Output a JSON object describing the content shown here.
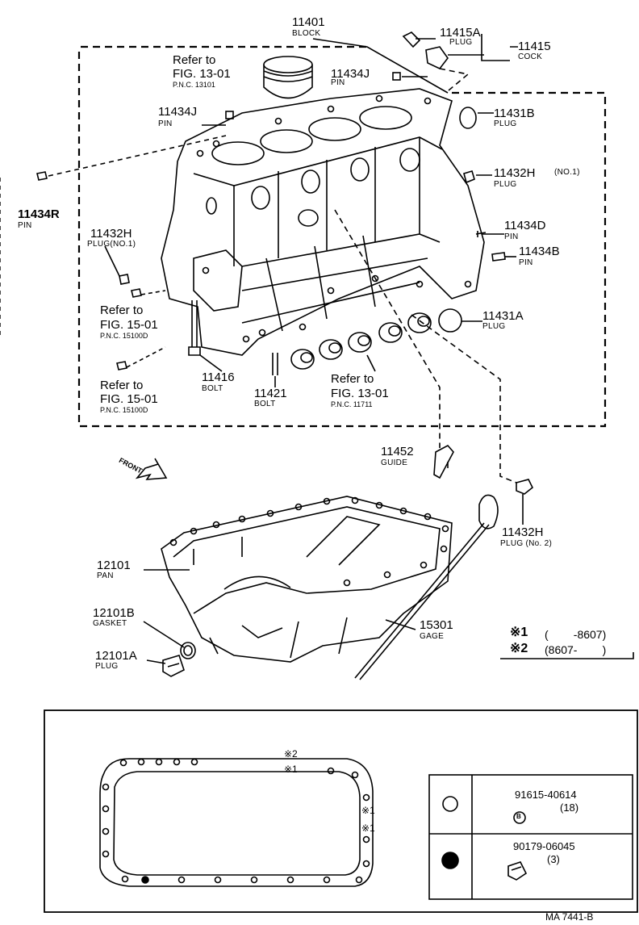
{
  "labels": {
    "p11401": {
      "num": "11401",
      "name": "BLOCK"
    },
    "p11415a": {
      "num": "11415A",
      "name": "PLUG"
    },
    "p11415": {
      "num": "11415",
      "name": "COCK"
    },
    "p11434j_top": {
      "num": "11434J",
      "name": "PIN"
    },
    "p11434j_left": {
      "num": "11434J",
      "name": "PIN"
    },
    "p11431b": {
      "num": "11431B",
      "name": "PLUG"
    },
    "p11432h_no1_right": {
      "num": "11432H",
      "name": "PLUG",
      "note": "(NO.1)"
    },
    "p11434r": {
      "num": "11434R",
      "name": "PIN"
    },
    "p11434d": {
      "num": "11434D",
      "name": "PIN"
    },
    "p11434b": {
      "num": "11434B",
      "name": "PIN"
    },
    "p11432h_no1_left": {
      "num": "11432H",
      "name": "PLUG(NO.1)"
    },
    "p11431a": {
      "num": "11431A",
      "name": "PLUG"
    },
    "p11416": {
      "num": "11416",
      "name": "BOLT"
    },
    "p11421": {
      "num": "11421",
      "name": "BOLT"
    },
    "p11452": {
      "num": "11452",
      "name": "GUIDE"
    },
    "p11432h_no2": {
      "num": "11432H",
      "name": "PLUG (No. 2)"
    },
    "p12101": {
      "num": "12101",
      "name": "PAN"
    },
    "p12101b": {
      "num": "12101B",
      "name": "GASKET"
    },
    "p12101a": {
      "num": "12101A",
      "name": "PLUG"
    },
    "p15301": {
      "num": "15301",
      "name": "GAGE"
    }
  },
  "refs": {
    "r13101": {
      "line1": "Refer to",
      "line2": "FIG. 13-01",
      "line3": "P.N.C. 13101"
    },
    "r15100a": {
      "line1": "Refer to",
      "line2": "FIG. 15-01",
      "line3": "P.N.C. 15100D"
    },
    "r15100b": {
      "line1": "Refer to",
      "line2": "FIG. 15-01",
      "line3": "P.N.C. 15100D"
    },
    "r11711": {
      "line1": "Refer to",
      "line2": "FIG. 13-01",
      "line3": "P.N.C. 11711"
    }
  },
  "front": "FRONT",
  "applicability": {
    "a1": {
      "mark": "※1",
      "range": "(        -8607)"
    },
    "a2": {
      "mark": "※2",
      "range": "(8607-        )"
    }
  },
  "inset": {
    "marks": {
      "top1": "※2",
      "top2": "※1",
      "right1": "※1",
      "right2": "※1"
    },
    "fasteners": [
      {
        "part": "91615-40614",
        "qty": "(18)",
        "badge": "B"
      },
      {
        "part": "90179-06045",
        "qty": "(3)"
      }
    ]
  },
  "footer": "MA 7441-B"
}
